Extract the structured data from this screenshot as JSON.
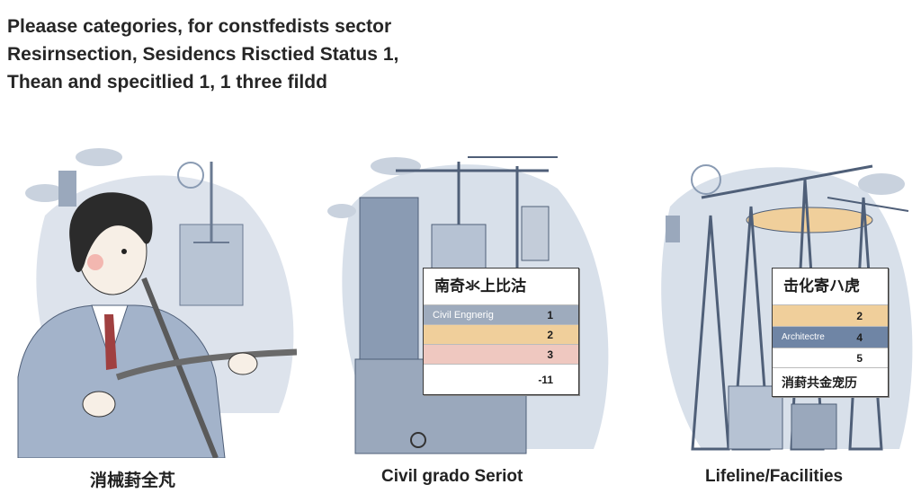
{
  "heading": {
    "line1": "Pleaase categories, for  constfedists sector",
    "line2": "Resirnsection, Sesidencs Risctied Status 1,",
    "line3": "Thean and specitlied 1, 1  three  fildd"
  },
  "panels": [
    {
      "caption": "消械葑全芃"
    },
    {
      "caption": "Civil grado Seriot",
      "card": {
        "title": "南奇氺上比沽",
        "rows": [
          {
            "label": "Civil Engnerig",
            "value": "1",
            "color": "#9eabbd"
          },
          {
            "label": "",
            "value": "2",
            "color": "#f0cf9b"
          },
          {
            "label": "",
            "value": "3",
            "color": "#efc8c0"
          },
          {
            "label": "",
            "value": "-11",
            "color": "#ffffff"
          }
        ]
      }
    },
    {
      "caption": "Lifeline/Facilities",
      "card": {
        "title": "击化寄ハ虎",
        "rows": [
          {
            "label": "",
            "value": "2",
            "color": "#f0cf9b"
          },
          {
            "label": "Architectre",
            "value": "4",
            "color": "#6f85a5"
          },
          {
            "label": "",
            "value": "5",
            "color": "#ffffff"
          }
        ],
        "footer": "消葑共金宠历"
      }
    }
  ],
  "colors": {
    "blob": "#d8e0ea",
    "building": "#8a9bb3",
    "dark": "#4f5f78",
    "orange": "#f0cf9b",
    "pink": "#efc8c0"
  }
}
